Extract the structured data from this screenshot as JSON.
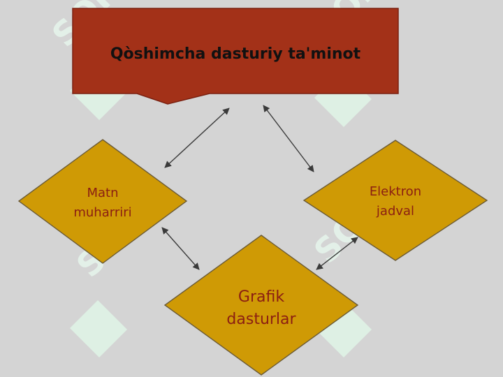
{
  "title": {
    "text": "Qòshimcha dasturiy ta'minot"
  },
  "nodes": [
    {
      "id": "matn",
      "lines": [
        "Matn",
        "muharriri"
      ]
    },
    {
      "id": "elektron",
      "lines": [
        "Elektron",
        "jadval"
      ]
    },
    {
      "id": "grafik",
      "lines": [
        "Grafik",
        "dasturlar"
      ]
    }
  ],
  "connections": [
    [
      "title",
      "matn"
    ],
    [
      "title",
      "elektron"
    ],
    [
      "matn",
      "grafik"
    ],
    [
      "elektron",
      "grafik"
    ]
  ],
  "colors": {
    "background": "#d4d4d4",
    "callout_fill": "#a33118",
    "callout_stroke": "#7a2010",
    "diamond_fill": "#cf9a05",
    "diamond_stroke": "#6b5a35",
    "node_text": "#8b1e12",
    "title_text": "#111111",
    "arrow": "#3a3a3a",
    "watermark": "#dff3e6"
  },
  "watermark": {
    "text": "SOFF",
    "icon": "soff-logo-icon"
  }
}
